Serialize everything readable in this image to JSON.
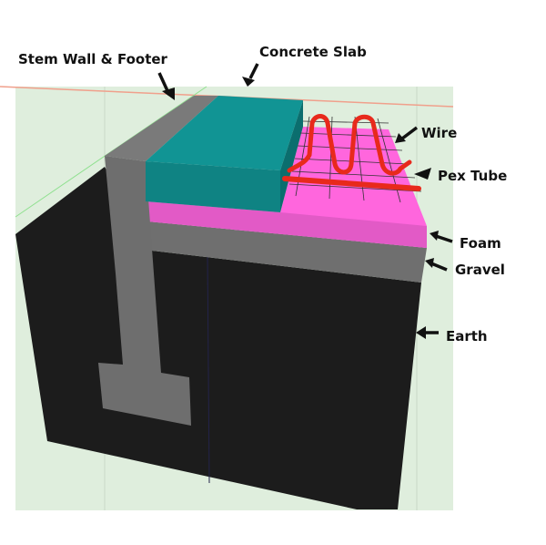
{
  "labels": {
    "stem_wall": "Stem Wall & Footer",
    "concrete_slab": "Concrete Slab",
    "wire": "Wire",
    "pex_tube": "Pex Tube",
    "foam": "Foam",
    "gravel": "Gravel",
    "earth": "Earth"
  },
  "colors": {
    "background": "#dfeedd",
    "earth": "#1c1c1c",
    "stem_wall": "#6e6e6e",
    "concrete": "#0f8a8a",
    "foam": "#ff66dd",
    "gravel": "#707070",
    "pex": "#e8291c"
  }
}
